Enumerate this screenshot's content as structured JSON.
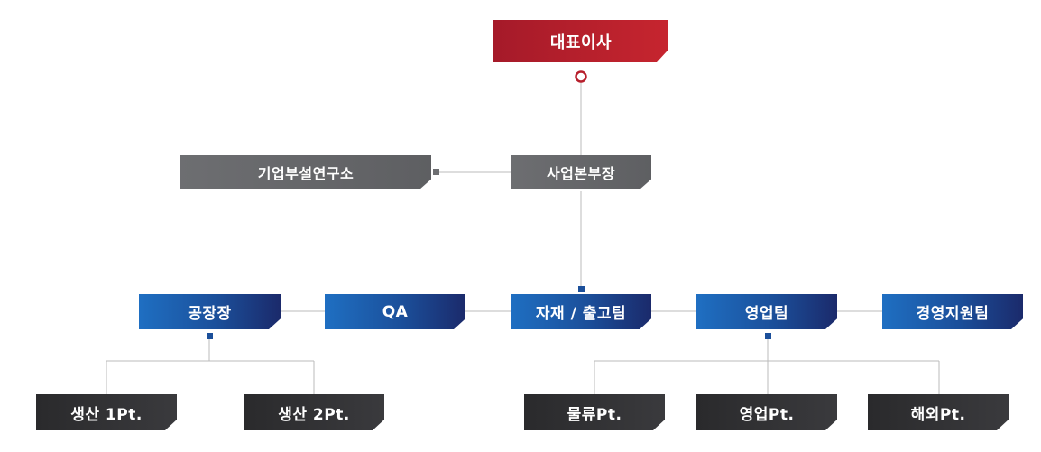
{
  "org_chart": {
    "ceo": "대표이사",
    "lab": "기업부설연구소",
    "division_head": "사업본부장",
    "teams": [
      "공장장",
      "QA",
      "자재 / 출고팀",
      "영업팀",
      "경영지원팀"
    ],
    "factory_units": [
      "생산 1Pt.",
      "생산 2Pt."
    ],
    "sales_units": [
      "물류Pt.",
      "영업Pt.",
      "해외Pt."
    ]
  },
  "colors": {
    "ceo": "#b71f2c",
    "gray": "#666769",
    "blue_start": "#1f6fc2",
    "blue_end": "#1b2a6b",
    "black": "#2f2f31",
    "connector": "#bbbbbb",
    "marker_blue": "#1b4f9a",
    "marker_gray": "#6d6e71",
    "marker_red": "#b71f2c"
  }
}
